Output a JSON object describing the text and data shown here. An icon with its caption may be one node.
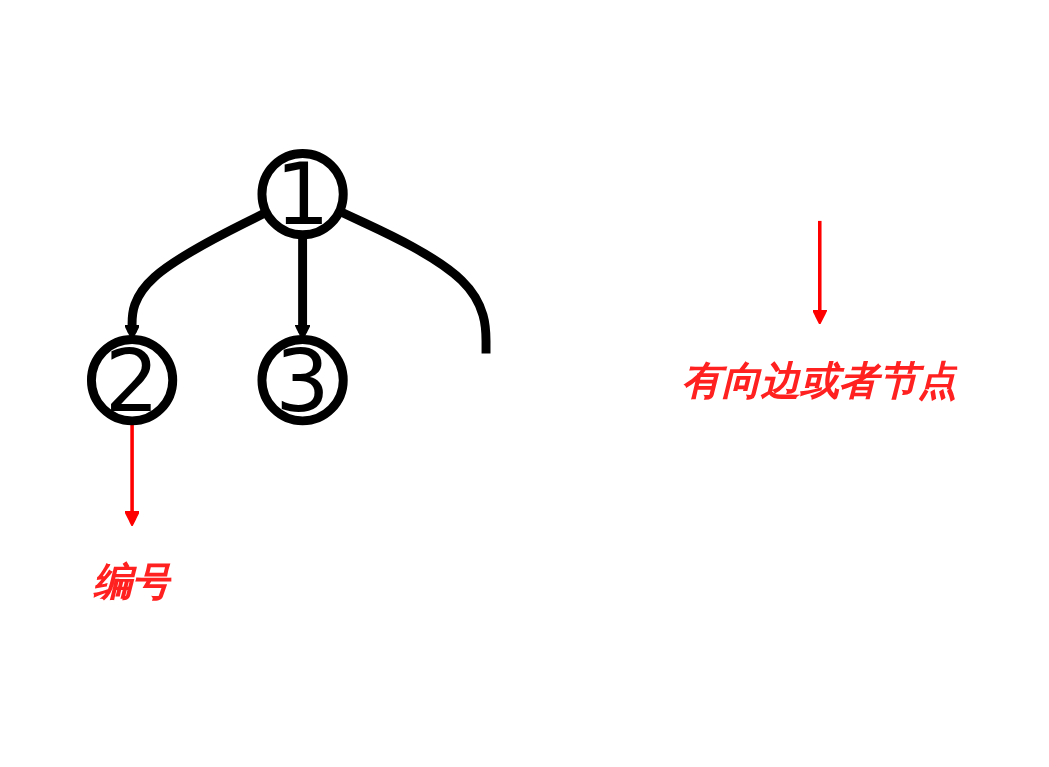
{
  "diagram": {
    "nodes": [
      {
        "text": [
          "1"
        ]
      },
      {
        "text": [
          "2"
        ]
      },
      {
        "text": [
          "3"
        ]
      },
      {
        "text": [
          "有向边或者节点"
        ]
      },
      {
        "text": [
          "编号"
        ]
      }
    ],
    "edges": [
      {
        "from": 0,
        "to": 1,
        "arrow": "to"
      },
      {
        "from": 0,
        "to": 2,
        "arrow": "to"
      },
      {
        "from": 0,
        "to": null,
        "arrow": "none"
      },
      {
        "from": null,
        "to": 3,
        "arrow": "to",
        "color": "#ff0000"
      },
      {
        "from": 1,
        "to": 4,
        "arrow": "to",
        "color": "#ff0000"
      }
    ]
  }
}
